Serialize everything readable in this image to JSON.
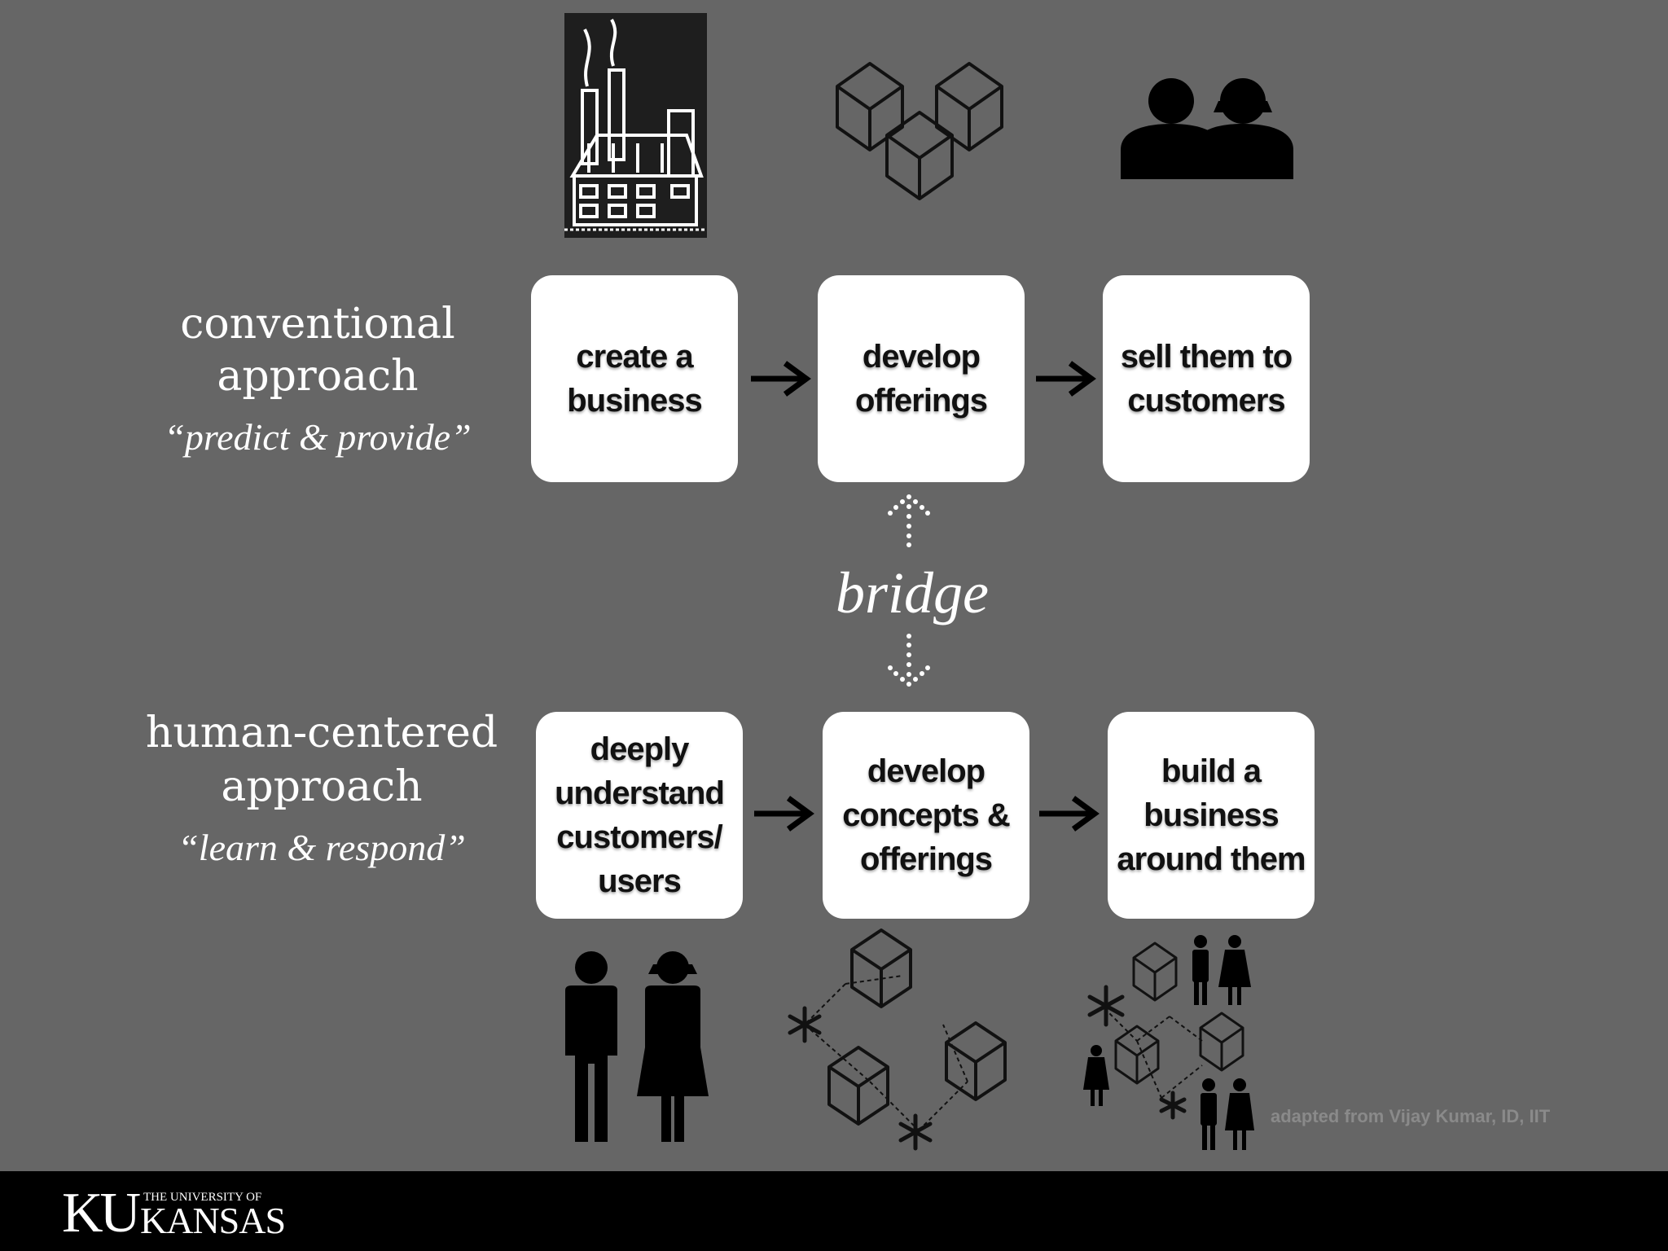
{
  "conventional": {
    "title_line1": "conventional",
    "title_line2": "approach",
    "subtitle": "“predict & provide”",
    "steps": [
      "create a business",
      "develop offerings",
      "sell them to customers"
    ],
    "icons": [
      "factory-icon",
      "cubes-icon",
      "customers-silhouette-icon"
    ]
  },
  "human_centered": {
    "title_line1": "human-centered",
    "title_line2": "approach",
    "subtitle": "“learn & respond”",
    "steps": [
      "deeply understand customers/ users",
      "develop concepts & offerings",
      "build a business around them"
    ],
    "icons": [
      "man-woman-icon",
      "cubes-network-icon",
      "people-cubes-network-icon"
    ]
  },
  "bridge": {
    "label": "bridge"
  },
  "credit": "adapted from Vijay Kumar, ID, IIT",
  "footer": {
    "logo_mark": "KU",
    "logo_small": "THE UNIVERSITY OF",
    "logo_big": "KANSAS"
  },
  "colors": {
    "background": "#666666",
    "box": "#ffffff",
    "footer": "#000000"
  }
}
